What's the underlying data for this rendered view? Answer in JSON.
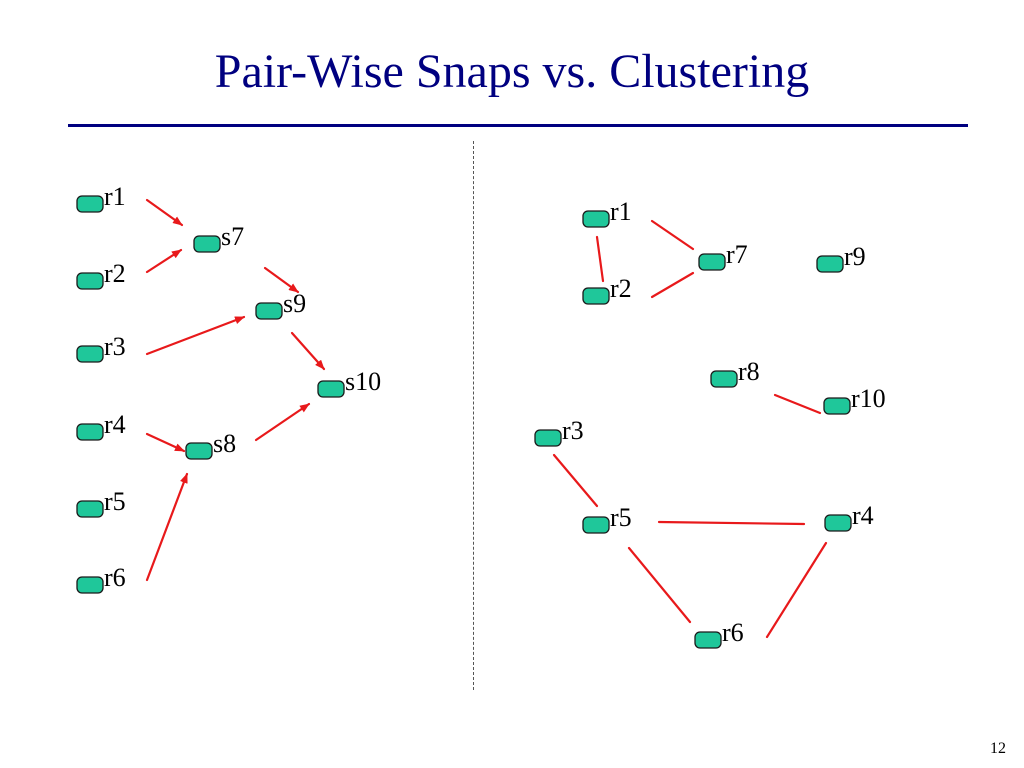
{
  "title": "Pair-Wise Snaps vs. Clustering",
  "page_number": "12",
  "colors": {
    "title": "#000080",
    "node_fill": "#1fc79a",
    "node_stroke": "#1a1a1a",
    "edge": "#e8191b"
  },
  "left_panel": {
    "nodes": [
      "r1",
      "r2",
      "r3",
      "r4",
      "r5",
      "r6",
      "s7",
      "s8",
      "s9",
      "s10"
    ],
    "arrows": [
      [
        "r1",
        "s7"
      ],
      [
        "r2",
        "s7"
      ],
      [
        "s7",
        "s9"
      ],
      [
        "r3",
        "s9"
      ],
      [
        "s9",
        "s10"
      ],
      [
        "r4",
        "s8"
      ],
      [
        "s8",
        "s10"
      ],
      [
        "r6",
        "s8"
      ]
    ]
  },
  "right_panel": {
    "nodes": [
      "r1",
      "r2",
      "r7",
      "r9",
      "r8",
      "r10",
      "r3",
      "r5",
      "r4",
      "r6"
    ],
    "edges": [
      [
        "r1",
        "r2"
      ],
      [
        "r1",
        "r7"
      ],
      [
        "r2",
        "r7"
      ],
      [
        "r8",
        "r10"
      ],
      [
        "r3",
        "r5"
      ],
      [
        "r5",
        "r4"
      ],
      [
        "r5",
        "r6"
      ],
      [
        "r4",
        "r6"
      ]
    ]
  }
}
